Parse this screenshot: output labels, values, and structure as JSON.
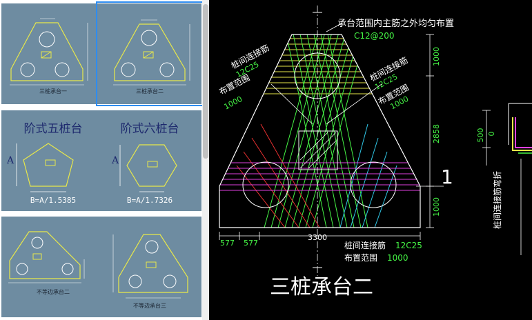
{
  "library": {
    "tiles": [
      {
        "caption": "三桩承台一"
      },
      {
        "caption": "三桩承台二"
      },
      {
        "title": "阶式五桩台",
        "side": "A",
        "formula": "B=A/1.5385"
      },
      {
        "title": "阶式六桩台",
        "side": "A",
        "formula": "B=A/1.7326"
      },
      {
        "caption": "不等边承台二"
      },
      {
        "caption": "不等边承台三"
      }
    ]
  },
  "drawing": {
    "top_note": "承台范围内主筋之外均匀布置",
    "top_bar": "C12@200",
    "left_label1": "桩间连接筋",
    "left_label2": "12C25",
    "left_label3": "布置范围",
    "left_label4": "1000",
    "right_label1": "桩间连接筋",
    "right_label2": "12C25",
    "right_label3": "布置范围",
    "right_label4": "1000",
    "dim_top": "1000",
    "dim_mid": "2858",
    "dim_bottom": "1000",
    "dim_577a": "577",
    "dim_577b": "577",
    "dim_3300": "3300",
    "bottom_label1": "桩间连接筋",
    "bottom_label2": "12C25",
    "bottom_label3": "布置范围",
    "bottom_label4": "1000",
    "section_mark": "1",
    "title": "三桩承台二",
    "section_dim_500": "500",
    "section_dim_0": "0",
    "section_label": "桩间连接筋弯折"
  },
  "colors": {
    "tile_bg": "#6e8ca1",
    "cad_bg": "#000000",
    "outline_yellow": "#e8e84a",
    "rebar_green": "#45f545",
    "rebar_magenta": "#e040e0",
    "rebar_red": "#e83030",
    "rebar_cyan": "#30c8e8",
    "selection": "#2d8cf0"
  }
}
